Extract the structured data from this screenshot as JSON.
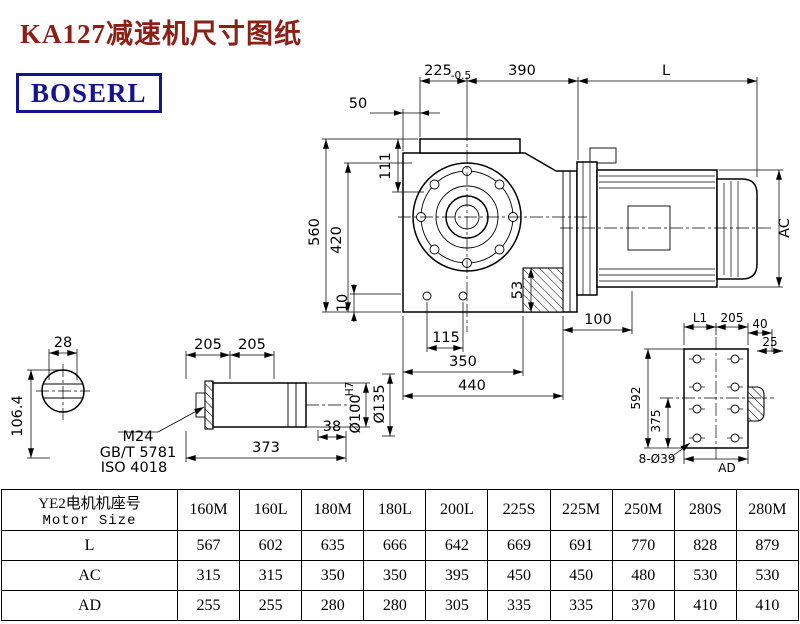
{
  "page": {
    "title": "KA127减速机尺寸图纸",
    "logo_text": "BOSERL"
  },
  "main_view": {
    "dim_225": "225",
    "dim_225_tol": "-0.5",
    "dim_390": "390",
    "dim_L": "L",
    "dim_50": "50",
    "dim_111": "111",
    "dim_560": "560",
    "dim_420": "420",
    "dim_10": "10",
    "dim_53": "53",
    "dim_AC": "AC",
    "dim_115": "115",
    "dim_100": "100",
    "dim_350": "350",
    "dim_440": "440"
  },
  "shaft_end_view": {
    "dim_28": "28",
    "dim_106_4": "106.4"
  },
  "shaft_view": {
    "dim_205_a": "205",
    "dim_205_b": "205",
    "thread": "M24",
    "std_gb": "GB/T 5781",
    "std_iso": "ISO 4018",
    "dim_38": "38",
    "dim_373": "373",
    "dim_bore": "Ø100",
    "dim_bore_tol": "H7",
    "dim_hub": "Ø135"
  },
  "flange_view": {
    "dim_L1": "L1",
    "dim_205": "205",
    "dim_40": "40",
    "dim_25": "25",
    "dim_592": "592",
    "dim_375": "375",
    "holes": "8-Ø39",
    "dim_AD": "AD"
  },
  "table": {
    "row_header_cn": "YE2电机机座号",
    "row_header_en": "Motor Size",
    "columns": [
      "160M",
      "160L",
      "180M",
      "180L",
      "200L",
      "225S",
      "225M",
      "250M",
      "280S",
      "280M"
    ],
    "rows": [
      {
        "label": "L",
        "values": [
          "567",
          "602",
          "635",
          "666",
          "642",
          "669",
          "691",
          "770",
          "828",
          "879"
        ]
      },
      {
        "label": "AC",
        "values": [
          "315",
          "315",
          "350",
          "350",
          "395",
          "450",
          "450",
          "480",
          "530",
          "530"
        ]
      },
      {
        "label": "AD",
        "values": [
          "255",
          "255",
          "280",
          "280",
          "305",
          "335",
          "335",
          "370",
          "410",
          "410"
        ]
      }
    ]
  }
}
